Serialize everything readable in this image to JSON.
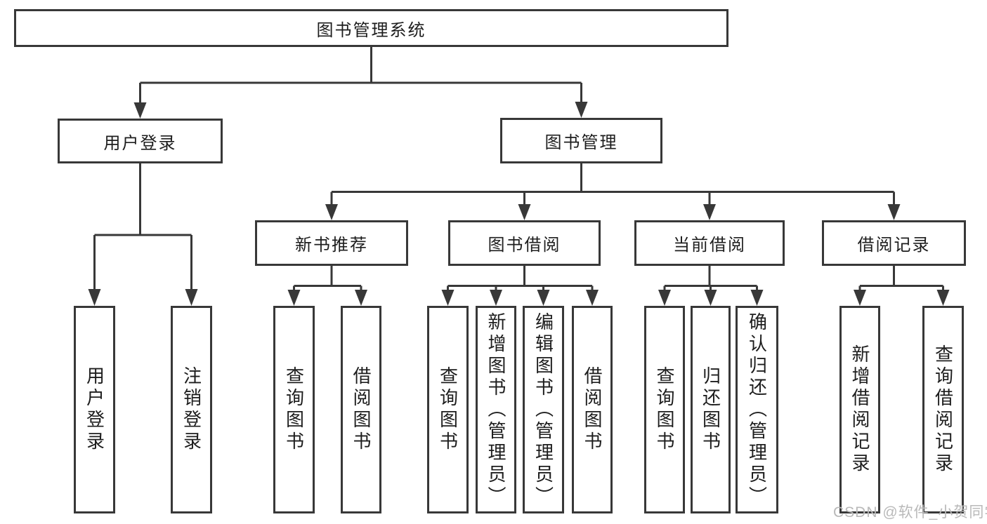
{
  "tree": {
    "root": {
      "label": "图书管理系统"
    },
    "level1": [
      {
        "label": "用户登录"
      },
      {
        "label": "图书管理"
      }
    ],
    "level2": [
      {
        "label": "新书推荐"
      },
      {
        "label": "图书借阅"
      },
      {
        "label": "当前借阅"
      },
      {
        "label": "借阅记录"
      }
    ],
    "leaves": {
      "user_login": [
        "用户登录",
        "注销登录"
      ],
      "new_book": [
        "查询图书",
        "借阅图书"
      ],
      "book_borrow": [
        "查询图书",
        "新增图书（管理员）",
        "编辑图书（管理员）",
        "借阅图书"
      ],
      "current_borrow": [
        "查询图书",
        "归还图书",
        "确认归还（管理员）"
      ],
      "borrow_record": [
        "新增借阅记录",
        "查询借阅记录"
      ]
    }
  },
  "watermark": {
    "text": "CSDN @软件_小贺同学"
  },
  "colors": {
    "line": "#383838",
    "text": "#1d1d1d",
    "background": "#ffffff",
    "watermark": "#b9b9b9"
  }
}
